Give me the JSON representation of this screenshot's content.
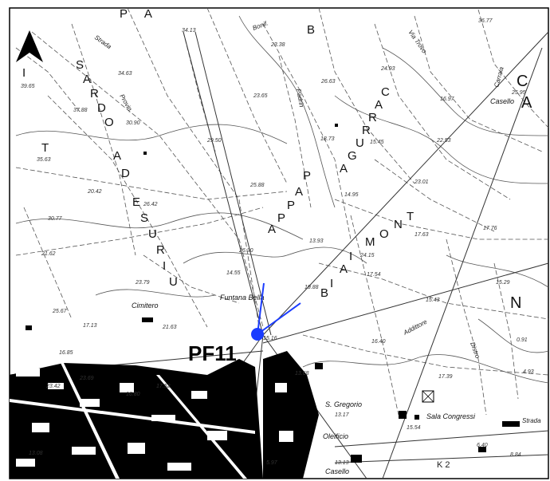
{
  "map": {
    "north_arrow_icon": "north-arrow-icon",
    "marker": {
      "label": "PF11",
      "color": "#1a3cff"
    },
    "region_labels": {
      "sardo_de_suriu": [
        "S",
        "A",
        "R",
        "D",
        "O",
        "A",
        "D",
        "E",
        "S",
        "U",
        "R",
        "I",
        "U"
      ],
      "pappa": [
        "P",
        "A",
        "P",
        "P",
        "A"
      ],
      "carruga": [
        "C",
        "A",
        "R",
        "R",
        "U",
        "G",
        "A"
      ],
      "biai_mont": [
        "B",
        "I",
        "A",
        "I",
        "M",
        "O",
        "N",
        "T"
      ],
      "pa_top": [
        "P",
        "A"
      ],
      "b_top": "B",
      "ca_right": [
        "C",
        "A"
      ],
      "n_right": "N",
      "i_left": "I",
      "t_left": "T"
    },
    "place_labels": {
      "cimitero": "Cimitero",
      "funtana_bella": "Funtana Bella",
      "s_gregorio": "S. Gregorio",
      "sala_congressi": "Sala Congressi",
      "oleificio": "Oleificio",
      "casello_right": "Casello",
      "casello_bottom": "Casello"
    },
    "road_labels": {
      "strada_top": "Strada",
      "provinciale": "Provin.",
      "bonif": "Bonif.",
      "padrin": "Padrin",
      "via_trovo": "Via Trovo",
      "carraia": "Carraia",
      "addittore": "Addittore",
      "distro": "Distro",
      "strada_right": "Strada",
      "k2": "K 2"
    },
    "spot_heights": [
      "34.13",
      "36.77",
      "23.38",
      "34.63",
      "26.63",
      "24.93",
      "39.65",
      "37.88",
      "23.65",
      "30.90",
      "16.97",
      "25.95",
      "18.73",
      "15.45",
      "29.50",
      "22.53",
      "35.63",
      "25.88",
      "23.01",
      "14.95",
      "26.42",
      "20.42",
      "30.77",
      "17.76",
      "13.93",
      "17.63",
      "24.15",
      "17.54",
      "21.62",
      "26.30",
      "14.55",
      "23.79",
      "19.88",
      "15.29",
      "15.43",
      "25.67",
      "17.13",
      "21.63",
      "15.16",
      "16.40",
      "0.91",
      "16.85",
      "13.68",
      "4.93",
      "23.69",
      "23.42",
      "17.52",
      "16.80",
      "17.39",
      "13.17",
      "15.54",
      "13.08",
      "5.97",
      "13.13",
      "6.40",
      "8.84"
    ]
  }
}
